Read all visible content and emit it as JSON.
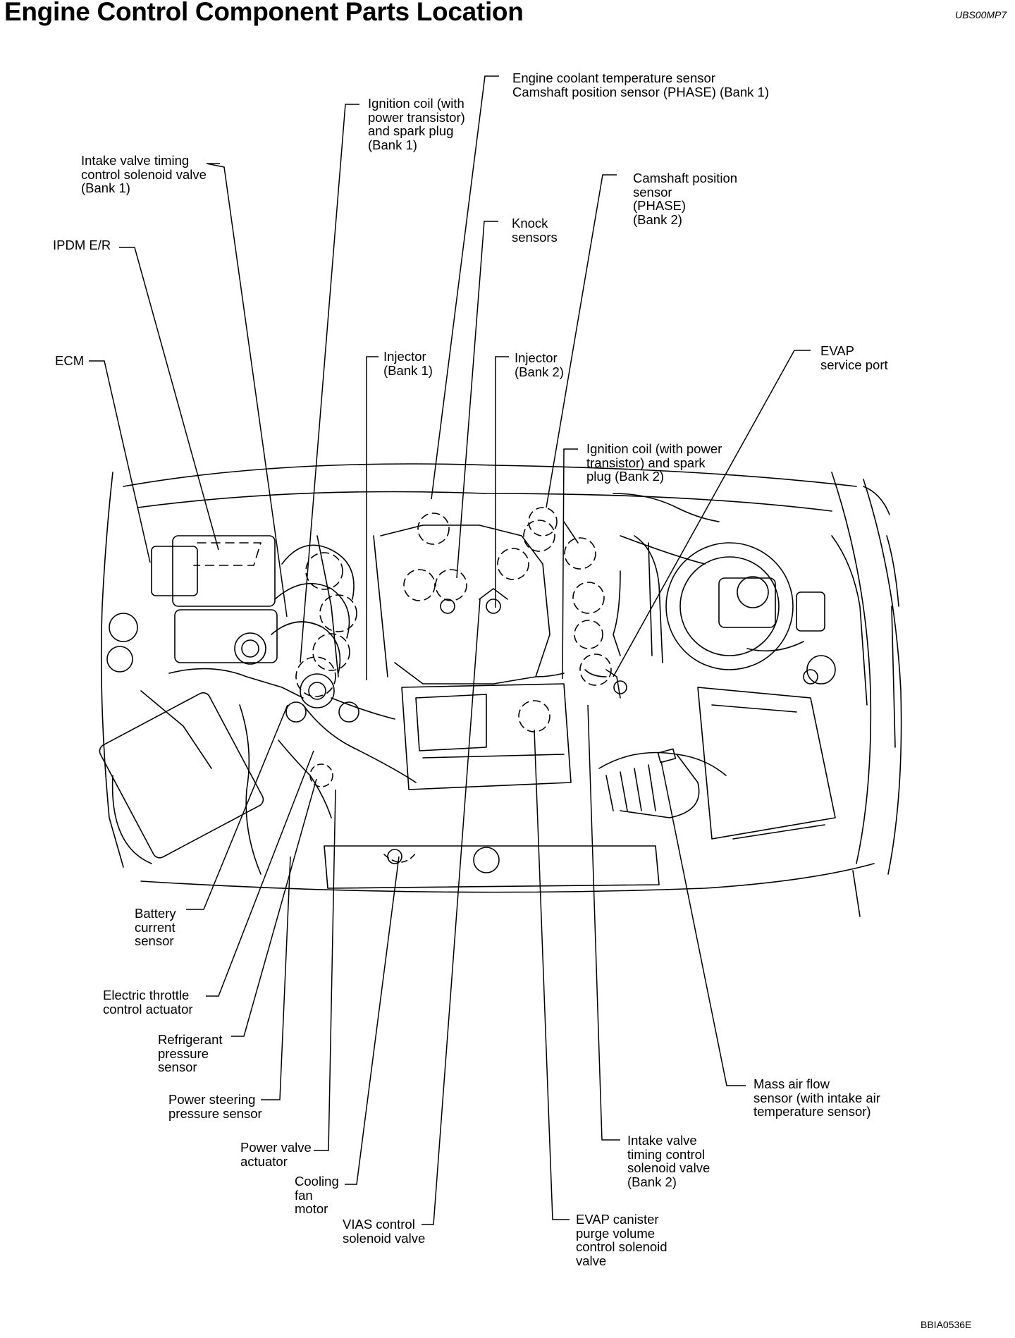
{
  "title": "Engine Control Component Parts Location",
  "doc_code": "UBS00MP7",
  "figure_ref": "BBIA0536E",
  "labels": {
    "ecm_sensor_1": [
      "Engine coolant temperature sensor",
      "Camshaft position sensor (PHASE) (Bank 1)"
    ],
    "ign_coil_1": [
      "Ignition coil (with",
      "power transistor)",
      "and spark plug",
      "(Bank 1)"
    ],
    "ivt_1": [
      "Intake valve timing",
      "control solenoid valve",
      "(Bank 1)"
    ],
    "cmp_2": [
      "Camshaft position",
      "sensor",
      "(PHASE)",
      "(Bank 2)"
    ],
    "knock": [
      "Knock",
      "sensors"
    ],
    "ipdm": [
      "IPDM E/R"
    ],
    "ecm": [
      "ECM"
    ],
    "inj_1": [
      "Injector",
      "(Bank 1)"
    ],
    "inj_2": [
      "Injector",
      "(Bank 2)"
    ],
    "evap_port": [
      "EVAP",
      "service port"
    ],
    "ign_coil_2": [
      "Ignition coil (with power",
      "transistor) and spark",
      "plug (Bank 2)"
    ],
    "battery": [
      "Battery",
      "current",
      "sensor"
    ],
    "throttle": [
      "Electric throttle",
      "control actuator"
    ],
    "refrig": [
      "Refrigerant",
      "pressure",
      "sensor"
    ],
    "ps": [
      "Power steering",
      "pressure sensor"
    ],
    "maf": [
      "Mass air flow",
      "sensor (with intake air",
      "temperature sensor)"
    ],
    "pva": [
      "Power valve",
      "actuator"
    ],
    "ivt_2": [
      "Intake valve",
      "timing control",
      "solenoid valve",
      "(Bank 2)"
    ],
    "fan": [
      "Cooling",
      "fan",
      "motor"
    ],
    "vias": [
      "VIAS control",
      "solenoid valve"
    ],
    "evap_purge": [
      "EVAP canister",
      "purge volume",
      "control solenoid",
      "valve"
    ]
  }
}
